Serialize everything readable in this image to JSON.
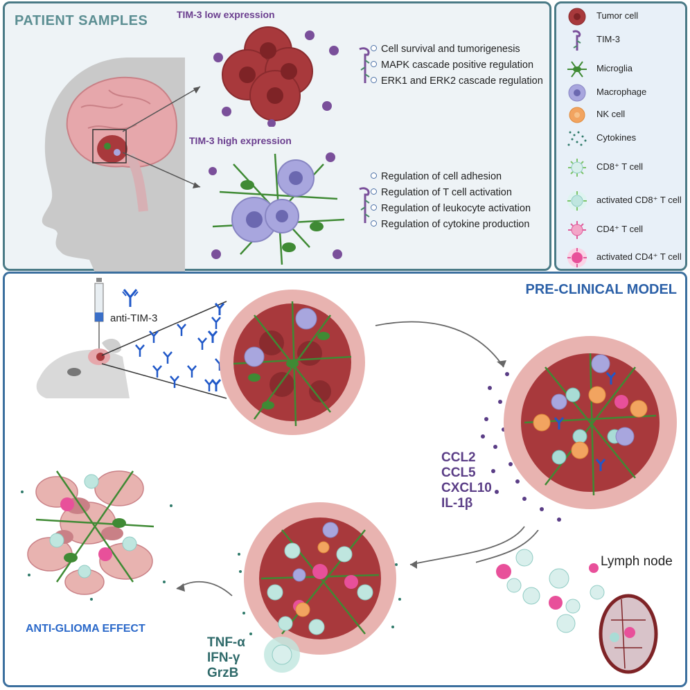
{
  "patient": {
    "title": "PATIENT SAMPLES",
    "low_label": "TIM-3 low expression",
    "high_label": "TIM-3 high expression",
    "low_terms": [
      "Cell survival and tumorigenesis",
      "MAPK cascade positive regulation",
      "ERK1 and ERK2 cascade regulation"
    ],
    "high_terms": [
      "Regulation of cell adhesion",
      "Regulation of T cell activation",
      "Regulation of leukocyte activation",
      "Regulation of cytokine production"
    ]
  },
  "legend": {
    "items": [
      {
        "label": "Tumor cell",
        "icon": "tumor-cell-icon"
      },
      {
        "label": "TIM-3",
        "icon": "tim3-icon"
      },
      {
        "label": "Microglia",
        "icon": "microglia-icon"
      },
      {
        "label": "Macrophage",
        "icon": "macrophage-icon"
      },
      {
        "label": "NK cell",
        "icon": "nk-cell-icon"
      },
      {
        "label": "Cytokines",
        "icon": "cytokines-icon"
      },
      {
        "label": "CD8⁺ T cell",
        "icon": "cd8-t-cell-icon"
      },
      {
        "label": "activated CD8⁺ T cell",
        "icon": "activated-cd8-t-cell-icon"
      },
      {
        "label": "CD4⁺ T cell",
        "icon": "cd4-t-cell-icon"
      },
      {
        "label": "activated CD4⁺ T cell",
        "icon": "activated-cd4-t-cell-icon"
      }
    ]
  },
  "preclinical": {
    "title": "PRE-CLINICAL MODEL",
    "antibody_label": "anti-TIM-3",
    "cytokines_in": [
      "CCL2",
      "CCL5",
      "CXCL10",
      "IL-1β"
    ],
    "cytokines_out": [
      "TNF-α",
      "IFN-γ",
      "GrzB"
    ],
    "lymph_label": "Lymph node",
    "effect_label": "ANTI-GLIOMA EFFECT"
  },
  "colors": {
    "tumor": "#a8393c",
    "tumor_light": "#e8b3b0",
    "microglia": "#3f8a34",
    "macrophage": "#a8a6de",
    "nk": "#f2a460",
    "cd8": "#a9dcd6",
    "cd4": "#e8509a",
    "antibody": "#2058c8",
    "tim3": "#7a4f9a",
    "panel_border": "#4a7a86"
  }
}
